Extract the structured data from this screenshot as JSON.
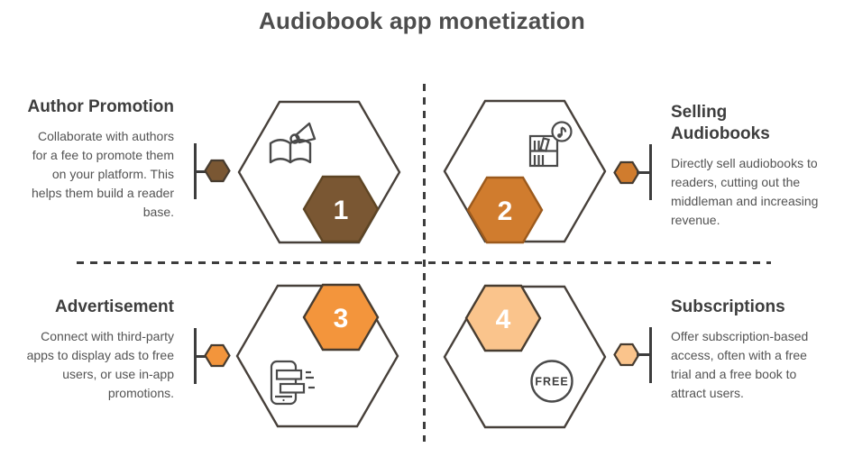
{
  "title": "Audiobook app monetization",
  "colors": {
    "heading": "#3d3d3d",
    "body_text": "#535353",
    "outline": "#47403a",
    "divider": "#3d3d3d",
    "hexagon_fill": "#ffffff"
  },
  "steps": [
    {
      "number": "1",
      "heading": "Author Promotion",
      "body": "Collaborate with authors for a fee to promote them on your platform. This helps them build a reader base.",
      "icon": "book-megaphone-icon",
      "color": "#7a5733",
      "border": "#5e4524"
    },
    {
      "number": "2",
      "heading": "Selling Audiobooks",
      "body": "Directly sell audiobooks to readers, cutting out the middleman and increasing revenue.",
      "icon": "bookshelf-music-icon",
      "color": "#d07c2e",
      "border": "#9c5a1d"
    },
    {
      "number": "3",
      "heading": "Advertisement",
      "body": "Connect with third-party apps to display ads to free users, or use in-app promotions.",
      "icon": "phone-ads-icon",
      "color": "#f3953c",
      "border": "#473c30"
    },
    {
      "number": "4",
      "heading": "Subscriptions",
      "body": "Offer subscription-based access, often with a free trial and a free book to attract users.",
      "icon": "free-badge-icon",
      "color": "#fac48c",
      "border": "#473c30",
      "badge_label": "FREE"
    }
  ]
}
